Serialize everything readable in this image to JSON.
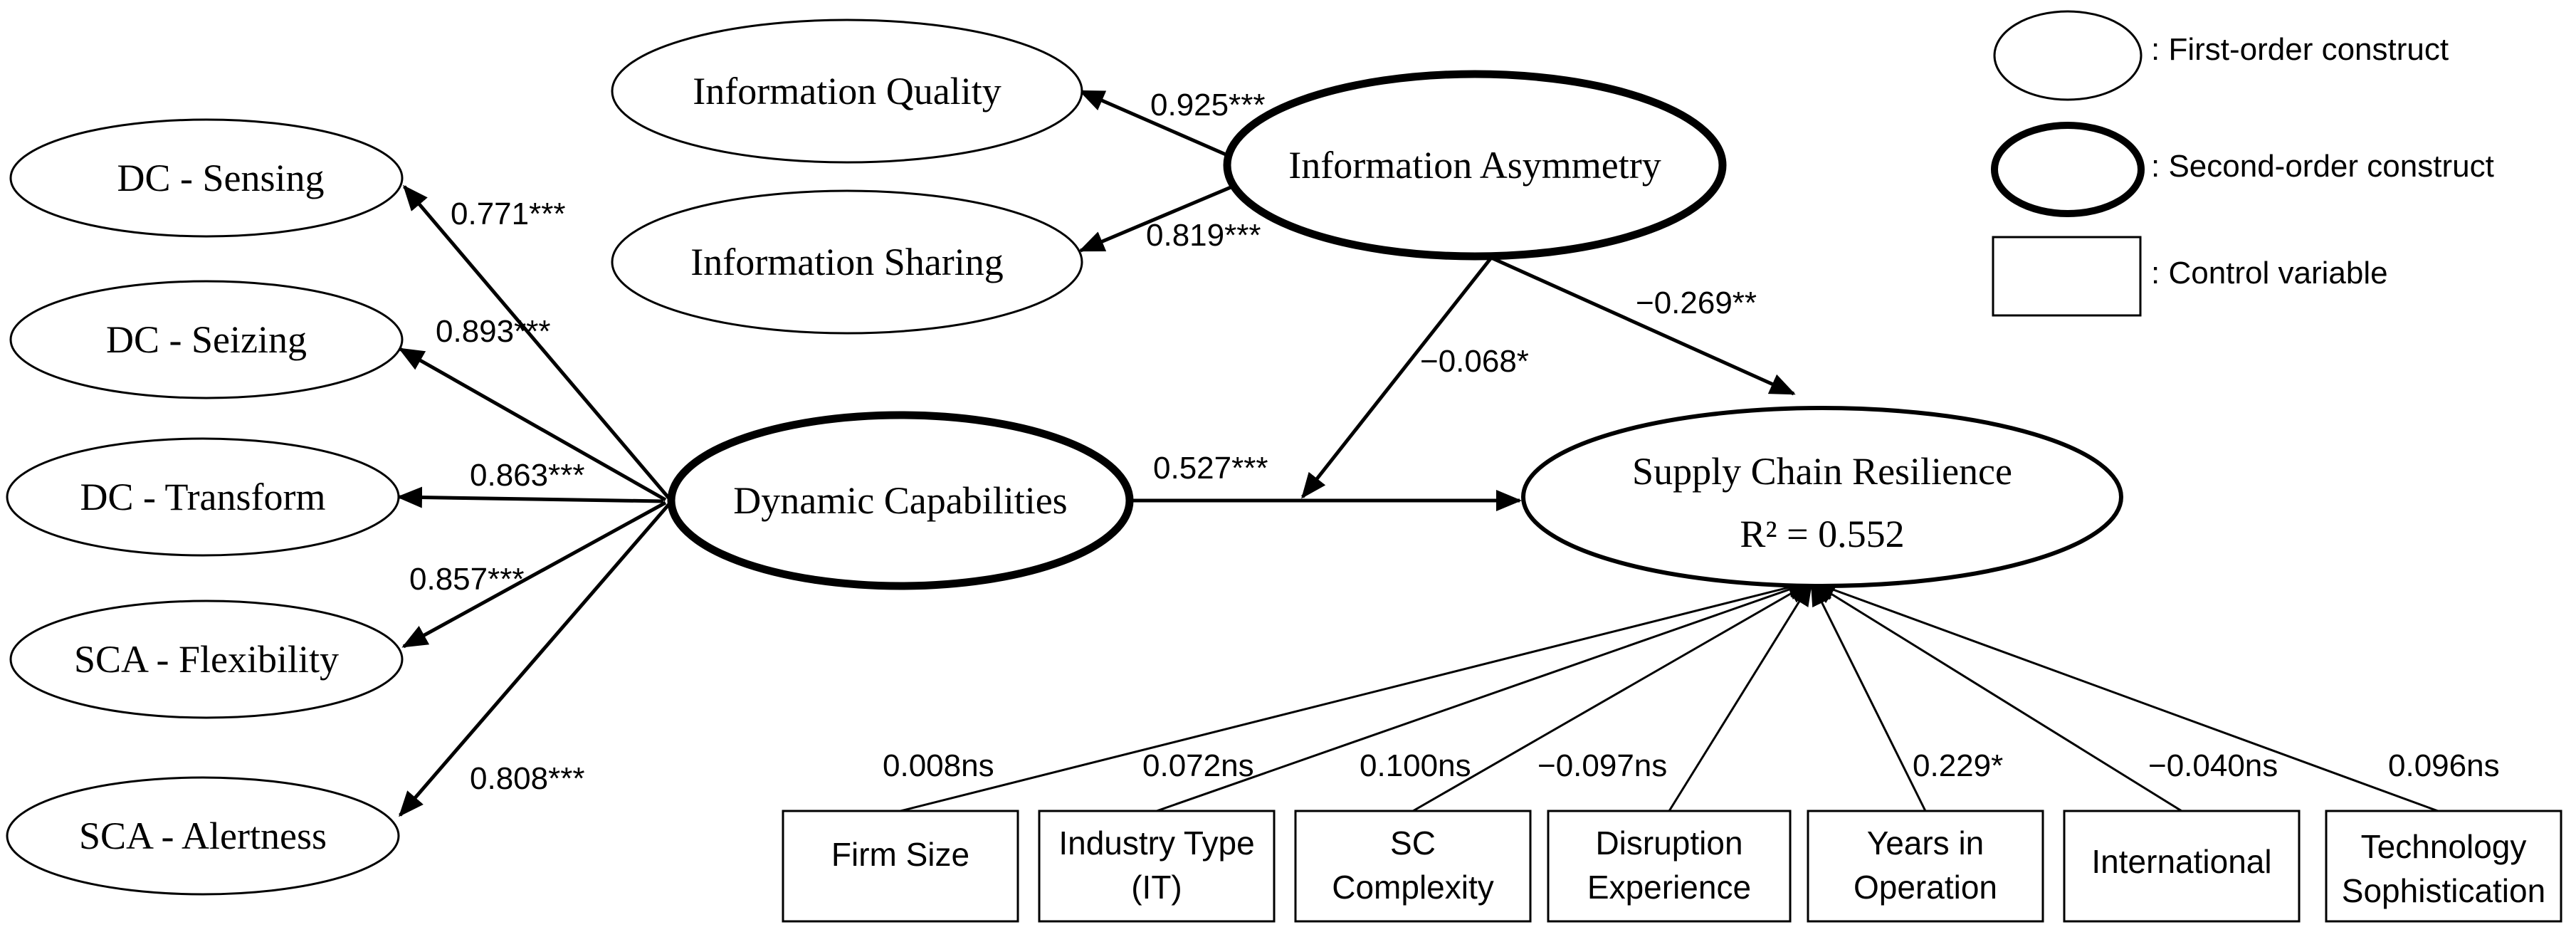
{
  "legend": {
    "first_order": ": First-order construct",
    "second_order": ": Second-order construct",
    "control": ": Control variable"
  },
  "nodes": {
    "info_quality": "Information Quality",
    "info_sharing": "Information Sharing",
    "info_asymmetry": "Information Asymmetry",
    "dc_sensing": "DC - Sensing",
    "dc_seizing": "DC - Seizing",
    "dc_transform": "DC - Transform",
    "sca_flexibility": "SCA - Flexibility",
    "sca_alertness": "SCA - Alertness",
    "dynamic_capabilities": "Dynamic Capabilities",
    "scr_title": "Supply Chain Resilience",
    "scr_r2": "R² = 0.552"
  },
  "controls": {
    "firm_size": [
      "Firm Size"
    ],
    "industry_type": [
      "Industry Type",
      "(IT)"
    ],
    "sc_complexity": [
      "SC",
      "Complexity"
    ],
    "disruption": [
      "Disruption",
      "Experience"
    ],
    "years": [
      "Years in",
      "Operation"
    ],
    "international": [
      "International"
    ],
    "technology": [
      "Technology",
      "Sophistication"
    ]
  },
  "paths": {
    "ia_iq": "0.925***",
    "ia_is": "0.819***",
    "dc_sensing": "0.771***",
    "dc_seizing": "0.893***",
    "dc_transform": "0.863***",
    "dc_flexibility": "0.857***",
    "dc_alertness": "0.808***",
    "dc_scr": "0.527***",
    "ia_scr": "−0.269**",
    "moderation": "−0.068*",
    "firm_size": "0.008ns",
    "industry_type": "0.072ns",
    "sc_complexity": "0.100ns",
    "disruption": "−0.097ns",
    "years": "0.229*",
    "international": "−0.040ns",
    "technology": "0.096ns"
  }
}
